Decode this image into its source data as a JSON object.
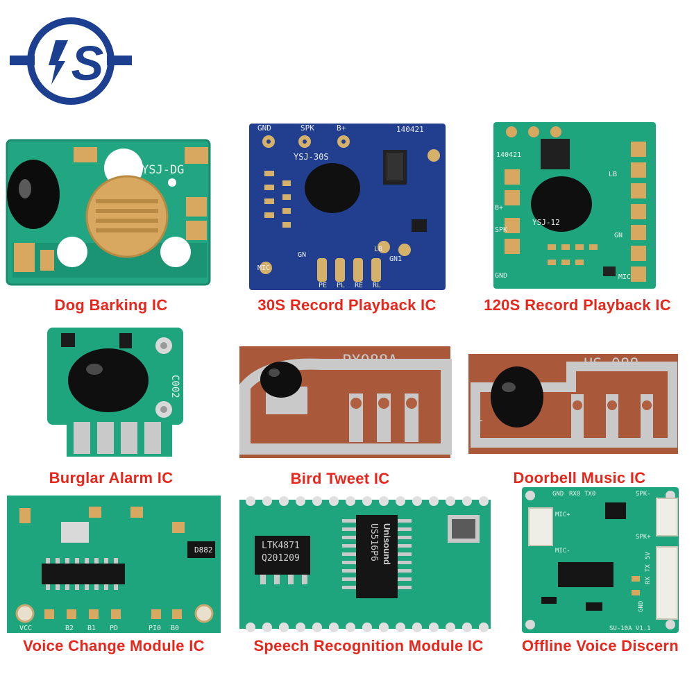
{
  "logo": {
    "text": "S",
    "color": "#1c3f8f"
  },
  "colors": {
    "caption": "#e8261c",
    "green_pcb": "#1fa07e",
    "blue_pcb": "#1f3d8c",
    "brown_pcb": "#a9583a"
  },
  "products": [
    {
      "caption": "Dog Barking IC",
      "silkscreen": [
        "YSJ-DG"
      ]
    },
    {
      "caption": "30S Record Playback IC",
      "silkscreen": [
        "GND",
        "SPK",
        "B+",
        "140421",
        "YSJ-30S",
        "MIC",
        "GN",
        "LB",
        "GN1",
        "PE",
        "PL",
        "RE",
        "RL"
      ]
    },
    {
      "caption": "120S Record Playback IC",
      "silkscreen": [
        "140421",
        "YSJ-12",
        "B+",
        "SPK",
        "GND",
        "LB",
        "GN",
        "MIC"
      ]
    },
    {
      "caption": "Burglar Alarm IC",
      "silkscreen": [
        "C002"
      ]
    },
    {
      "caption": "Bird Tweet IC",
      "silkscreen": [
        "PX088A"
      ]
    },
    {
      "caption": "Doorbell Music IC",
      "silkscreen": [
        "HS-088",
        "+"
      ]
    },
    {
      "caption": "Voice Change Module IC",
      "silkscreen": [
        "D882",
        "VCC",
        "B2",
        "B1",
        "PD",
        "PI0",
        "B0"
      ]
    },
    {
      "caption": "Speech Recognition Module IC",
      "silkscreen": [
        "LTK4871",
        "Q201209",
        "Unisound",
        "US516P6"
      ]
    },
    {
      "caption": "Offline Voice Discern",
      "silkscreen": [
        "GND",
        "RX0",
        "TX0",
        "SPK-",
        "SPK+",
        "MIC+",
        "MIC-",
        "GND",
        "RX",
        "TX",
        "5V",
        "SU-10A V1.1"
      ]
    }
  ]
}
